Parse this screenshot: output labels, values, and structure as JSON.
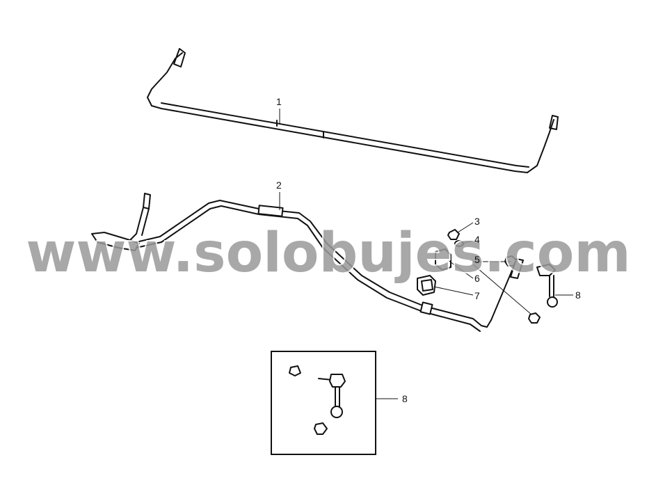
{
  "watermark": "www.solobujes.com",
  "callouts": {
    "c1": "1",
    "c2": "2",
    "c3": "3",
    "c4": "4",
    "c5": "5",
    "c6": "6",
    "c7": "7",
    "c8a": "8",
    "c8b": "8"
  },
  "colors": {
    "line": "#111111",
    "watermark": "#9a9a9a",
    "background": "#ffffff"
  }
}
